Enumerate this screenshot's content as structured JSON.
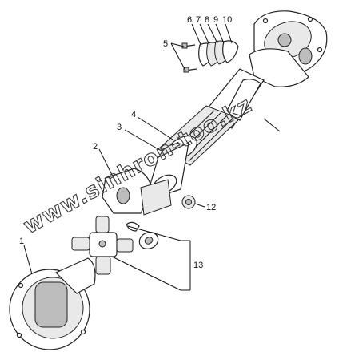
{
  "diagram": {
    "callouts": [
      "1",
      "2",
      "3",
      "4",
      "5",
      "6",
      "7",
      "8",
      "9",
      "10",
      "12",
      "13"
    ],
    "watermark": "www.sinhron-too.kz"
  }
}
